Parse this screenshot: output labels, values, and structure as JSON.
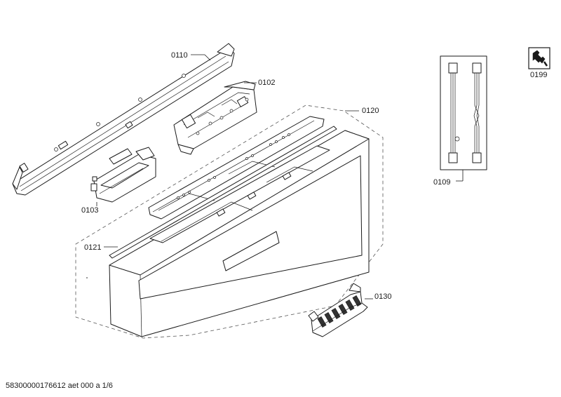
{
  "callouts": {
    "c0110": "0110",
    "c0102": "0102",
    "c0120": "0120",
    "c0199": "0199",
    "c0109": "0109",
    "c0103": "0103",
    "c0121": "0121",
    "c0130": "0130"
  },
  "footer": "58300000176612 aet 000 a 1/6",
  "icons": {
    "service_tool": "wrench-icon"
  }
}
